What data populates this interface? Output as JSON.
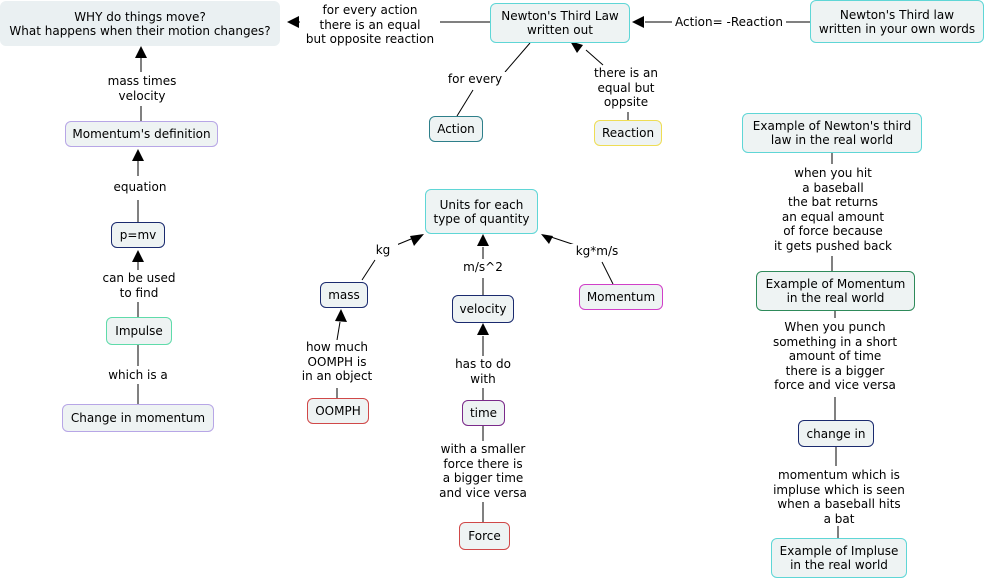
{
  "nodes": {
    "why": "WHY do things move?\nWhat happens when their motion changes?",
    "third_law_written": "Newton's Third Law\nwritten out",
    "third_law_own": "Newton's Third law\nwritten in your own words",
    "action": "Action",
    "reaction": "Reaction",
    "momentum_def": "Momentum's definition",
    "pmv": "p=mv",
    "impulse": "Impulse",
    "change_momentum": "Change in momentum",
    "units": "Units for each\ntype of quantity",
    "mass": "mass",
    "velocity": "velocity",
    "momentum": "Momentum",
    "oomph": "OOMPH",
    "time": "time",
    "force": "Force",
    "example_third": "Example of Newton's third\nlaw in the real world",
    "example_momentum": "Example of Momentum\nin the real world",
    "change_in": "change in",
    "example_impulse": "Example of Impluse\nin the real world"
  },
  "links": {
    "equal_opposite": "for every action\nthere is an equal\nbut opposite reaction",
    "action_reaction": "Action= -Reaction",
    "for_every": "for every",
    "there_is": "there is an\nequal but\noppsite",
    "mass_times": "mass times\nvelocity",
    "equation": "equation",
    "can_be_used": "can be used\nto find",
    "which_is": "which is a",
    "kg": "kg",
    "ms2": "m/s^2",
    "kgms": "kg*m/s",
    "how_much": "how much\nOOMPH is\nin an object",
    "has_to_do": "has to do\nwith",
    "smaller_force": "with a smaller\nforce there is\na bigger time\nand vice versa",
    "baseball": "when you hit\na baseball\nthe bat returns\nan equal amount\nof force because\nit gets pushed back",
    "punch": "When you punch\nsomething in a short\namount of time\nthere is a bigger\nforce and vice versa",
    "momentum_seen": "momentum which is\nimpluse which is seen\nwhen a baseball hits\na bat"
  }
}
